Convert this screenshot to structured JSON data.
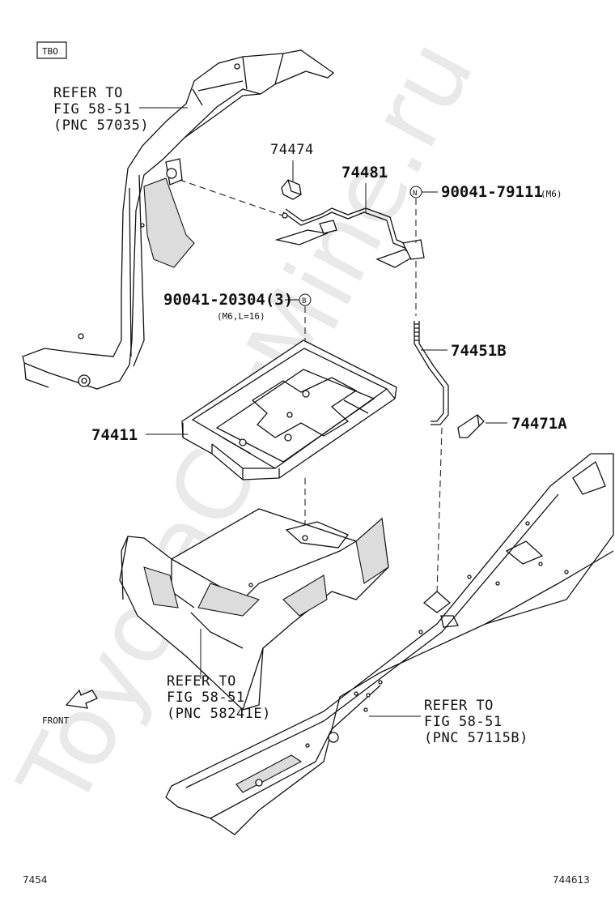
{
  "watermark": "ToyotaCarMine.ru",
  "group_code": "TBO",
  "corner_left": "7454",
  "corner_right": "744613",
  "front_label": "FRONT",
  "refs": {
    "top": {
      "l1": "REFER TO",
      "l2": "FIG 58-51",
      "l3": "(PNC 57035)"
    },
    "middle": {
      "l1": "REFER TO",
      "l2": "FIG 58-51",
      "l3": "(PNC 58241E)"
    },
    "right": {
      "l1": "REFER TO",
      "l2": "FIG 58-51",
      "l3": "(PNC 57115B)"
    }
  },
  "parts": {
    "p74474": "74474",
    "p74481": "74481",
    "p90041_79111": "90041-79111",
    "p90041_79111_note": "(M6)",
    "p90041_79111_marker": "N",
    "p90041_20304": "90041-20304(3)",
    "p90041_20304_note": "(M6,L=16)",
    "p90041_20304_marker": "B",
    "p74451B": "74451B",
    "p74411": "74411",
    "p74471A": "74471A"
  }
}
